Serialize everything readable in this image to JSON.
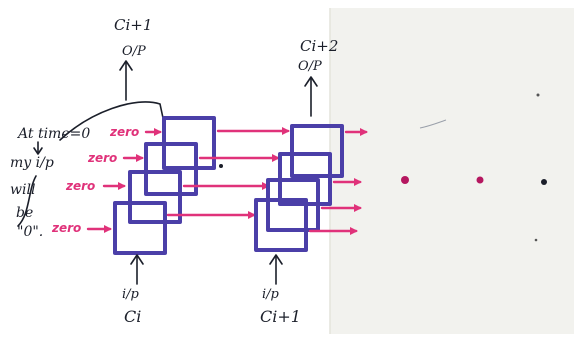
{
  "output_top_left": {
    "label": "Ci+1",
    "sub": "O/P"
  },
  "output_top_right": {
    "label": "Ci+2",
    "sub": "O/P"
  },
  "input_bottom_left": {
    "sub": "i/p",
    "label": "Ci"
  },
  "input_bottom_right": {
    "sub": "i/p",
    "label": "Ci+1"
  },
  "note_lines": [
    "At time=0",
    "my i/p",
    "will",
    "be",
    "\"0\"."
  ],
  "zero_labels": [
    "zero",
    "zero",
    "zero",
    "zero"
  ],
  "colors": {
    "ink": "#1b1f2a",
    "pink": "#e0327a",
    "purple": "#4b3fa8",
    "dot_magenta": "#b5175f",
    "paper_right": "#f2f2ee"
  }
}
